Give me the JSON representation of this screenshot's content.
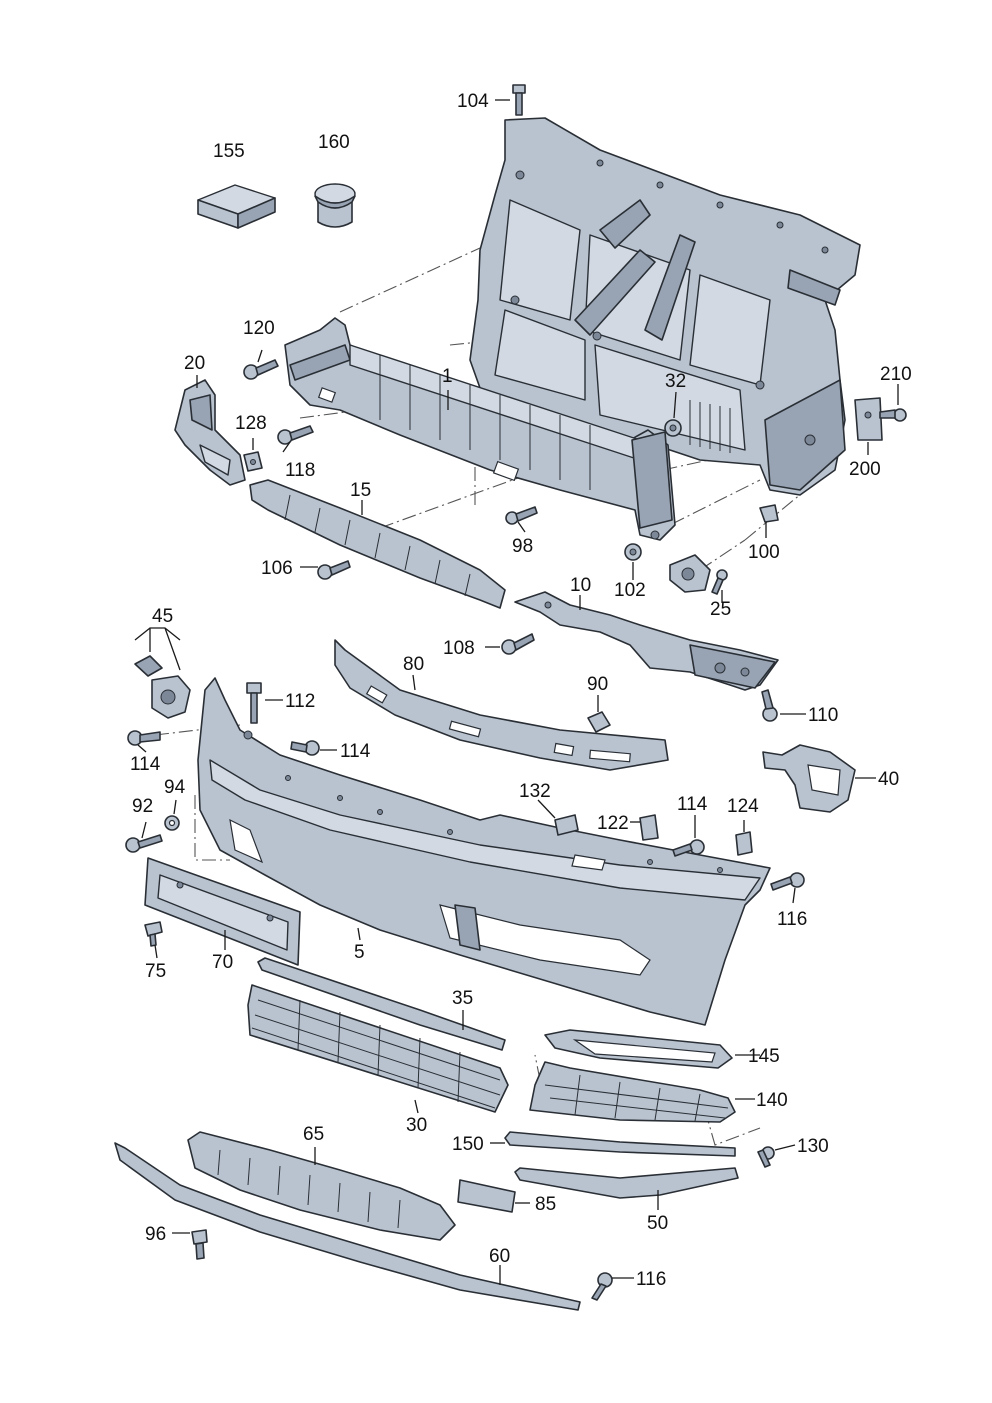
{
  "labels": [
    {
      "text": "104"
    },
    {
      "text": "155"
    },
    {
      "text": "160"
    },
    {
      "text": "120"
    },
    {
      "text": "1"
    },
    {
      "text": "20"
    },
    {
      "text": "128"
    },
    {
      "text": "118"
    },
    {
      "text": "32"
    },
    {
      "text": "210"
    },
    {
      "text": "200"
    },
    {
      "text": "15"
    },
    {
      "text": "98"
    },
    {
      "text": "100"
    },
    {
      "text": "106"
    },
    {
      "text": "102"
    },
    {
      "text": "25"
    },
    {
      "text": "10"
    },
    {
      "text": "45"
    },
    {
      "text": "108"
    },
    {
      "text": "80"
    },
    {
      "text": "90"
    },
    {
      "text": "112"
    },
    {
      "text": "110"
    },
    {
      "text": "114"
    },
    {
      "text": "114"
    },
    {
      "text": "40"
    },
    {
      "text": "94"
    },
    {
      "text": "132"
    },
    {
      "text": "114"
    },
    {
      "text": "124"
    },
    {
      "text": "92"
    },
    {
      "text": "122"
    },
    {
      "text": "116"
    },
    {
      "text": "75"
    },
    {
      "text": "70"
    },
    {
      "text": "5"
    },
    {
      "text": "35"
    },
    {
      "text": "145"
    },
    {
      "text": "30"
    },
    {
      "text": "140"
    },
    {
      "text": "65"
    },
    {
      "text": "150"
    },
    {
      "text": "130"
    },
    {
      "text": "85"
    },
    {
      "text": "50"
    },
    {
      "text": "96"
    },
    {
      "text": "60"
    },
    {
      "text": "116"
    }
  ]
}
